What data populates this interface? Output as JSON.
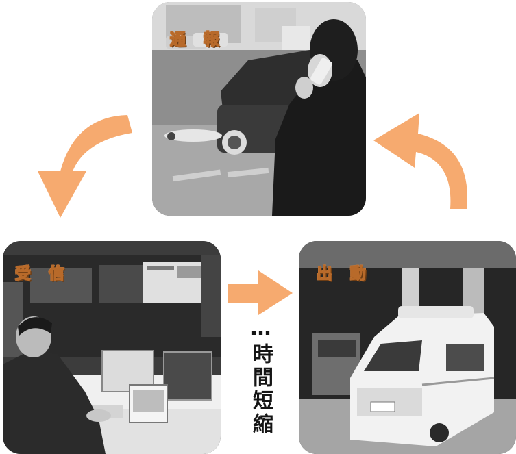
{
  "steps": [
    {
      "label": "通 報",
      "photo": "person-on-phone-beside-car-and-collapsed-person"
    },
    {
      "label": "受 信",
      "photo": "dispatcher-at-console-monitors"
    },
    {
      "label": "出 動",
      "photo": "ambulance-leaving-fire-station"
    }
  ],
  "center_text": "…時間短縮",
  "colors": {
    "arrow": "#f6aa6f",
    "label_outline": "#b86a2a",
    "text": "#151515"
  },
  "icons": [
    "curved-arrow-down-left",
    "straight-arrow-right",
    "curved-arrow-up-left"
  ]
}
